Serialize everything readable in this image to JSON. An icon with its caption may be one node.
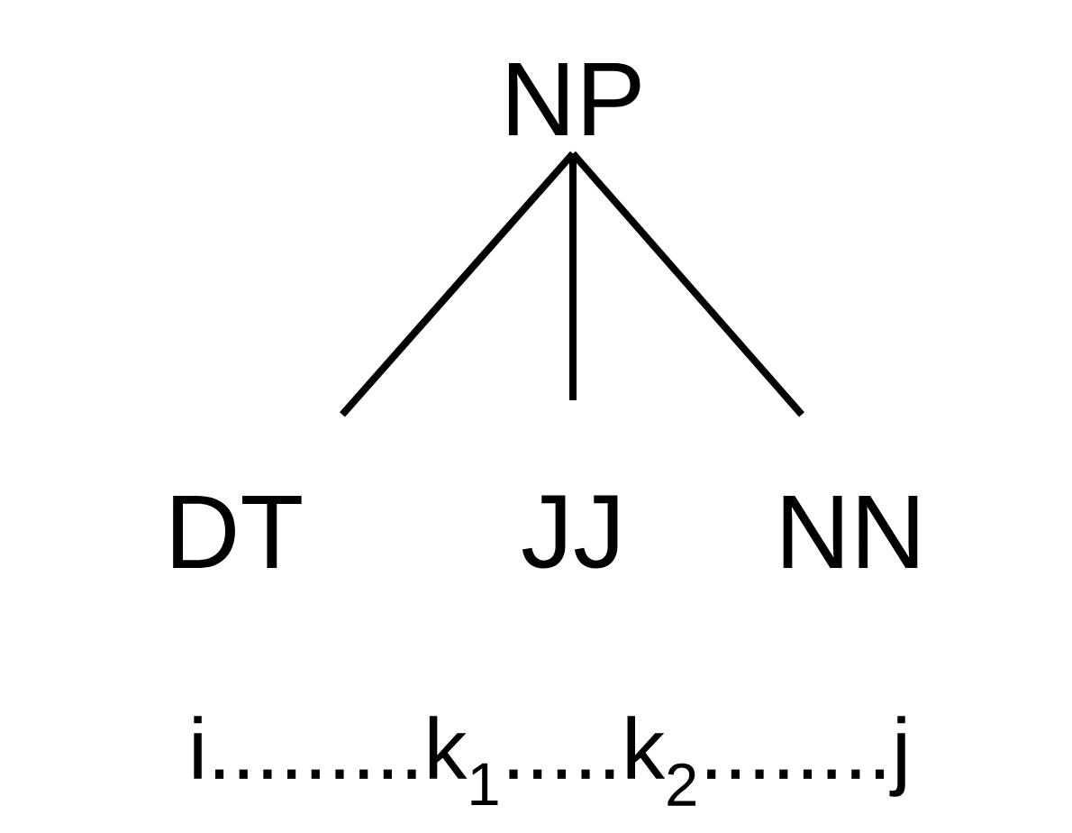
{
  "diagram": {
    "nodes": [
      {
        "text": [
          "NP"
        ]
      },
      {
        "text": [
          "DT"
        ]
      },
      {
        "text": [
          "JJ"
        ]
      },
      {
        "text": [
          "NN"
        ]
      }
    ],
    "edges": [
      {
        "from": 0,
        "to": 1,
        "arrow": "none"
      },
      {
        "from": 0,
        "to": 2,
        "arrow": "none"
      },
      {
        "from": 0,
        "to": 3,
        "arrow": "none"
      }
    ],
    "labels": [
      "i.........k$_{1}$.....k$_{2}$........j"
    ]
  }
}
